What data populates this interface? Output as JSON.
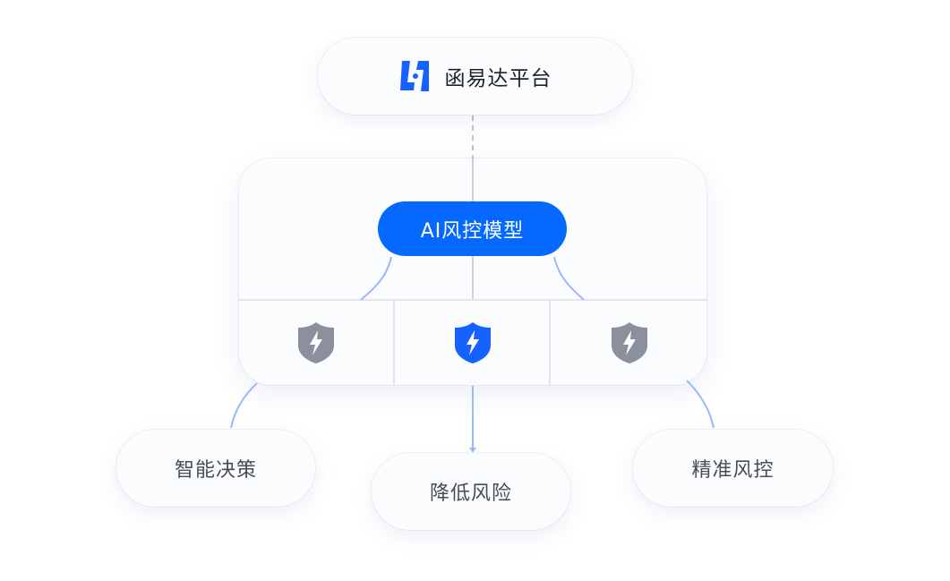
{
  "platform": {
    "name": "函易达平台",
    "logo_icon": "hanyida-logo"
  },
  "model": {
    "label": "AI风控模型"
  },
  "modules": [
    {
      "icon": "shield-bolt-icon",
      "color": "#8a919c"
    },
    {
      "icon": "shield-bolt-icon",
      "color": "#1662ff"
    },
    {
      "icon": "shield-bolt-icon",
      "color": "#8a919c"
    }
  ],
  "outcomes": [
    "智能决策",
    "降低风险",
    "精准风控"
  ],
  "colors": {
    "accent": "#0568ff",
    "connector": "#9bb9ff"
  }
}
